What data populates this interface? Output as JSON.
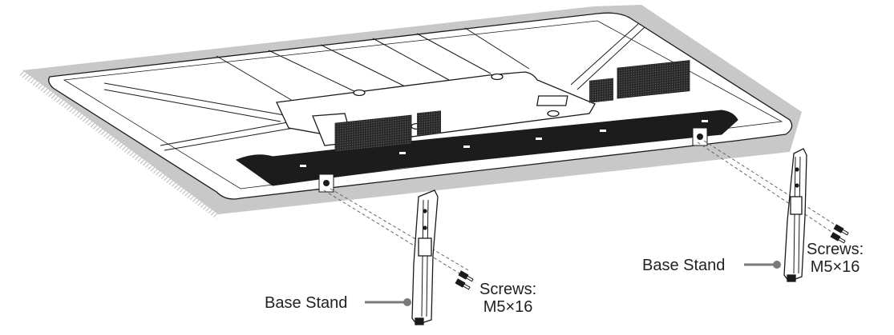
{
  "labels": {
    "base_stand_left": "Base Stand",
    "base_stand_right": "Base Stand",
    "screws_left": {
      "title": "Screws:",
      "size": "M5×16"
    },
    "screws_right": {
      "title": "Screws:",
      "size": "M5×16"
    }
  },
  "colors": {
    "shadow": "#bdbdbd",
    "line": "#1a1a1a",
    "panel_dark": "#1c1c1c",
    "leader": "#7a7a7a"
  }
}
